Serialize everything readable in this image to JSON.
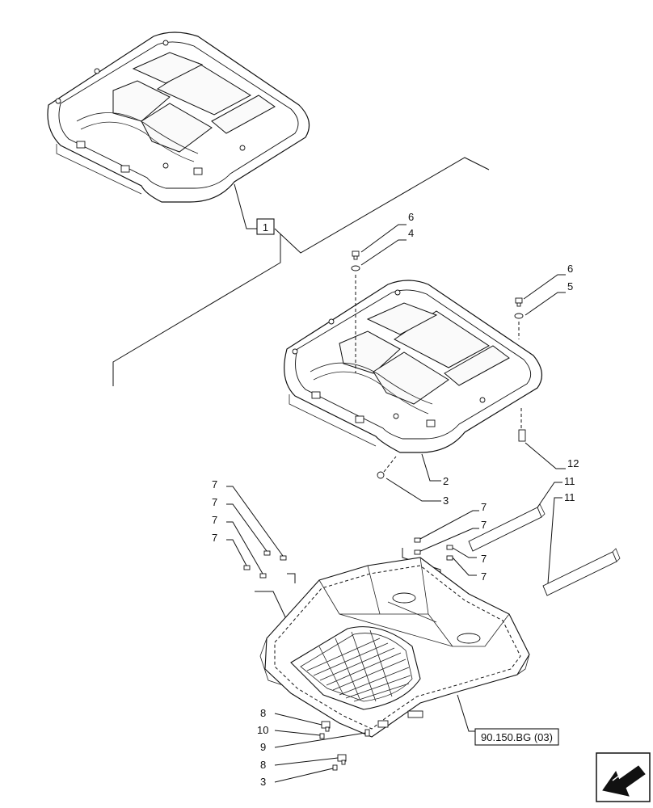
{
  "callouts": {
    "c1": "1",
    "c2": "2",
    "c3a": "3",
    "c3b": "3",
    "c4": "4",
    "c5": "5",
    "c6a": "6",
    "c6b": "6",
    "c7a": "7",
    "c7b": "7",
    "c7c": "7",
    "c7d": "7",
    "c7e": "7",
    "c7f": "7",
    "c7g": "7",
    "c7h": "7",
    "c8a": "8",
    "c8b": "8",
    "c9": "9",
    "c10": "10",
    "c11a": "11",
    "c11b": "11",
    "c12": "12"
  },
  "reference_label": "90.150.BG (03)",
  "nav_icon": "arrow-previous-icon"
}
